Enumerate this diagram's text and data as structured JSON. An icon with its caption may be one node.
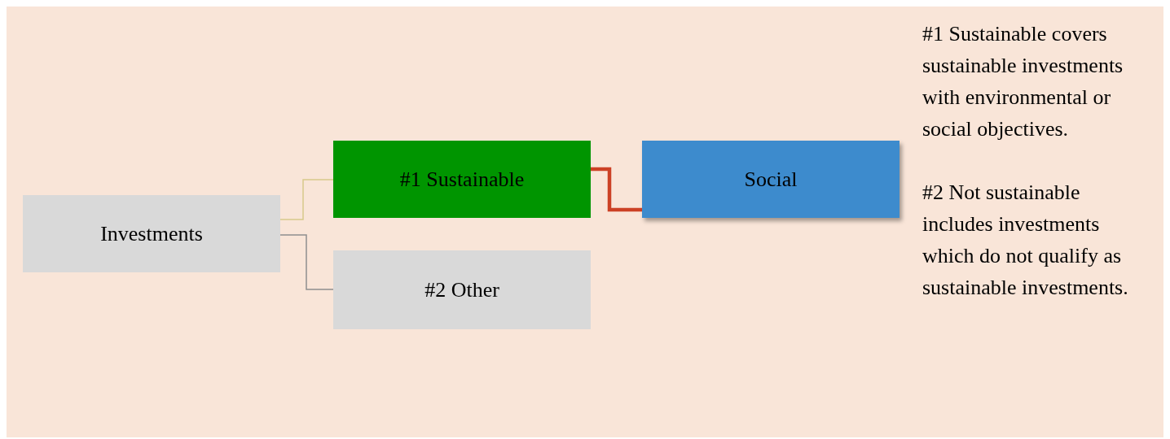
{
  "diagram": {
    "nodes": [
      {
        "text": [
          "Investments"
        ]
      },
      {
        "text": [
          "#1 Sustainable"
        ]
      },
      {
        "text": [
          "#2 Other"
        ]
      },
      {
        "text": [
          "Social"
        ]
      }
    ],
    "edges": [
      {
        "from": 0,
        "to": 1,
        "arrow": "none",
        "color": "#d8c98a"
      },
      {
        "from": 0,
        "to": 2,
        "arrow": "none",
        "color": "#8f8f8f"
      },
      {
        "from": 1,
        "to": 3,
        "arrow": "none",
        "style": "thick",
        "color": "#cc4125"
      }
    ],
    "labels": [
      "#1 Sustainable covers sustainable investments with environmental or social objectives.",
      "#2 Not sustainable includes investments which do not qualify as sustainable investments."
    ]
  }
}
